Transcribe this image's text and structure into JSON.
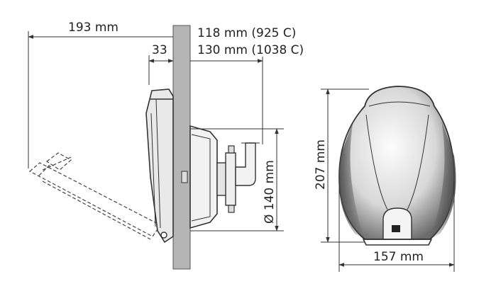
{
  "dimensions": {
    "total_length": "193 mm",
    "wall_offset": "33",
    "depth_925": "118 mm (925 C)",
    "depth_1038": "130 mm (1038 C)",
    "diameter": "Ø 140 mm",
    "height": "207 mm",
    "width": "157 mm"
  },
  "colors": {
    "wall": "#b5b5b5",
    "line": "#333333",
    "shell_light": "#f2f2f2",
    "shell_dark": "#555555"
  }
}
